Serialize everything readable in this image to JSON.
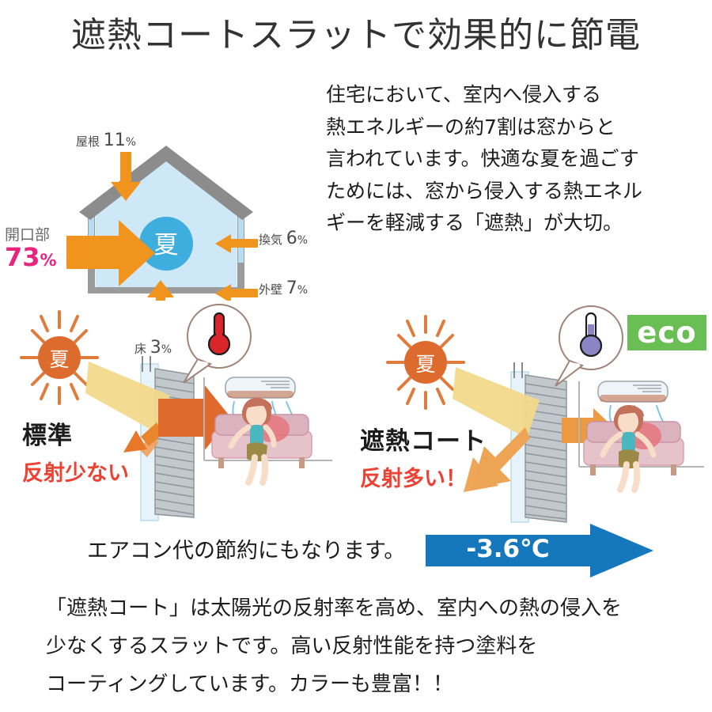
{
  "title": "遮熱コートスラットで効果的に節電",
  "house_diagram": {
    "center_label": "夏",
    "roof": {
      "label": "屋根",
      "value": "11",
      "unit": "%"
    },
    "ventilation": {
      "label": "換気",
      "value": "6",
      "unit": "%"
    },
    "outer_wall": {
      "label": "外壁",
      "value": "7",
      "unit": "%"
    },
    "floor": {
      "label": "床",
      "value": "3",
      "unit": "%"
    },
    "opening": {
      "label": "開口部",
      "value": "73",
      "unit": "%"
    },
    "colors": {
      "arrow": "#f0941e",
      "house_fill": "#cfe8f7",
      "house_outline": "#9b9b9b",
      "center_circle": "#3eaede",
      "opening_value": "#e6257e"
    }
  },
  "intro_text": {
    "line1": "住宅において、室内へ侵入する",
    "line2": "熱エネルギーの約7割は窓からと",
    "line3": "言われています。快適な夏を過ごす",
    "line4": "ためには、窓から侵入する熱エネル",
    "line5": "ギーを軽減する「遮熱」が大切。"
  },
  "comparison": {
    "left": {
      "sun_label": "夏",
      "caption_main": "標準",
      "caption_sub": "反射少ない",
      "thermometer": "hot-thermometer-icon",
      "thermometer_color": "#d8262c"
    },
    "right": {
      "sun_label": "夏",
      "caption_main": "遮熱コート",
      "caption_sub": "反射多い！",
      "thermometer": "cool-thermometer-icon",
      "thermometer_color": "#8b85c4",
      "eco_badge": "eco",
      "eco_badge_color": "#6abf54"
    }
  },
  "saving_row": {
    "text": "エアコン代の節約にもなります。",
    "arrow_label": "-3.6℃",
    "arrow_color": "#1578bd"
  },
  "outro_text": {
    "line1": "「遮熱コート」は太陽光の反射率を高め、室内への熱の侵入を",
    "line2": "少なくするスラットです。高い反射性能を持つ塗料を",
    "line3": "コーティングしています。カラーも豊富！！"
  }
}
